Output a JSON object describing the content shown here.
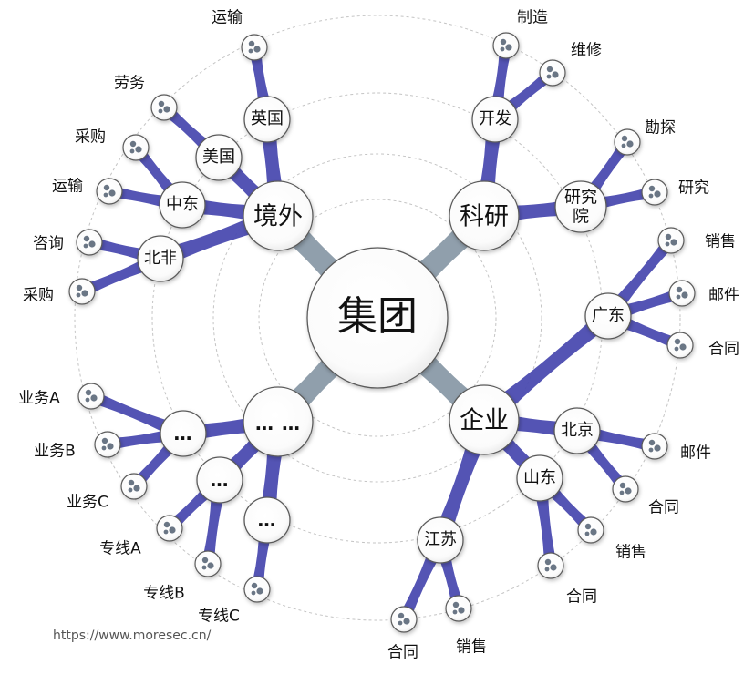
{
  "watermark": "https://www.moresec.cn/",
  "center": {
    "label": "集团"
  },
  "hubs": {
    "jingwai": "境外",
    "keyan": "科研",
    "qiye": "企业",
    "more": "… …"
  },
  "mids": {
    "yingguo": "英国",
    "meiguo": "美国",
    "zhongdong": "中东",
    "beifei": "北非",
    "kaifa": "开发",
    "yanjiuyuan_1": "研究",
    "yanjiuyuan_2": "院",
    "guangdong": "广东",
    "beijing": "北京",
    "shandong": "山东",
    "jiangsu": "江苏",
    "dots_a": "…",
    "dots_b": "…",
    "dots_c": "…"
  },
  "leaves": {
    "yunshu_top": "运输",
    "laowu": "劳务",
    "caigou_1": "采购",
    "yunshu_2": "运输",
    "zixun": "咨询",
    "caigou_2": "采购",
    "zhizao": "制造",
    "weixiu": "维修",
    "kantan": "勘探",
    "yanjiu": "研究",
    "xiaoshou_gd": "销售",
    "youjian_gd": "邮件",
    "hetong_gd": "合同",
    "youjian_bj": "邮件",
    "hetong_bj": "合同",
    "xiaoshou_sd": "销售",
    "hetong_sd": "合同",
    "hetong_js": "合同",
    "xiaoshou_js": "销售",
    "yewu_a": "业务A",
    "yewu_b": "业务B",
    "yewu_c": "业务C",
    "zhuanxian_a": "专线A",
    "zhuanxian_b": "专线B",
    "zhuanxian_c": "专线C"
  },
  "colors": {
    "branch": "#4b4bb0",
    "branch_light": "#8a8ad8",
    "center_link": "#8a9aa8",
    "ring": "#c4c4c4",
    "leaf_icon": "#6a7685"
  }
}
